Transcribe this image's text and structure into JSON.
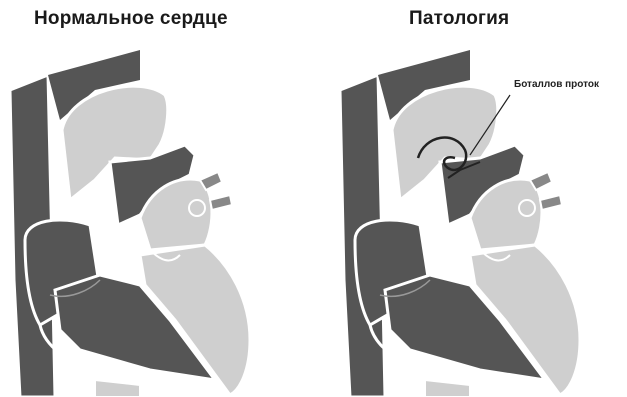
{
  "panels": [
    {
      "title": "Нормальное сердце"
    },
    {
      "title": "Патология",
      "annotation": "Боталлов проток"
    }
  ],
  "colors": {
    "dark": "#555555",
    "light": "#cfcfcf",
    "outline": "#ffffff",
    "text": "#1a1a1a"
  }
}
